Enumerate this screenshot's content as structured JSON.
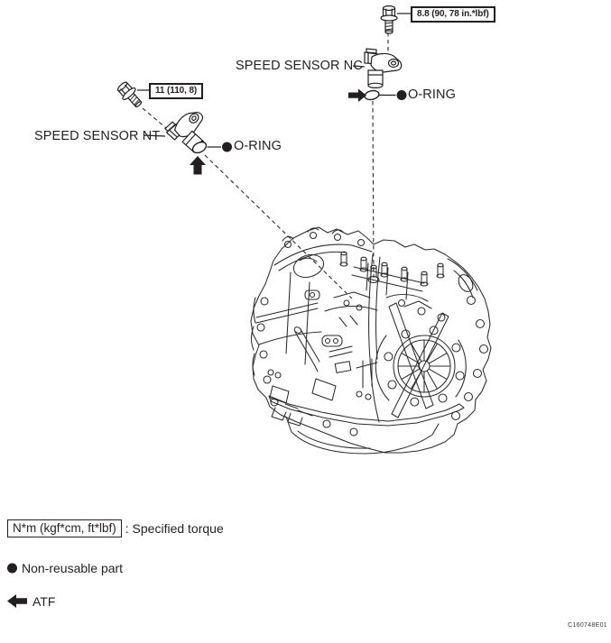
{
  "figure": {
    "code": "C160748E01",
    "colors": {
      "ink": "#231f20",
      "background": "#ffffff"
    },
    "nc": {
      "label": "SPEED SENSOR NC",
      "torque_spec": "8.8 (90, 78 in.*lbf)",
      "oring_label": "O-RING"
    },
    "nt": {
      "label": "SPEED SENSOR NT",
      "torque_spec": "11 (110, 8)",
      "oring_label": "O-RING"
    },
    "legend": {
      "torque_box": "N*m (kgf*cm, ft*lbf)",
      "torque_text": ": Specified torque",
      "non_reusable_text": "Non-reusable part",
      "atf_text": "ATF"
    }
  }
}
